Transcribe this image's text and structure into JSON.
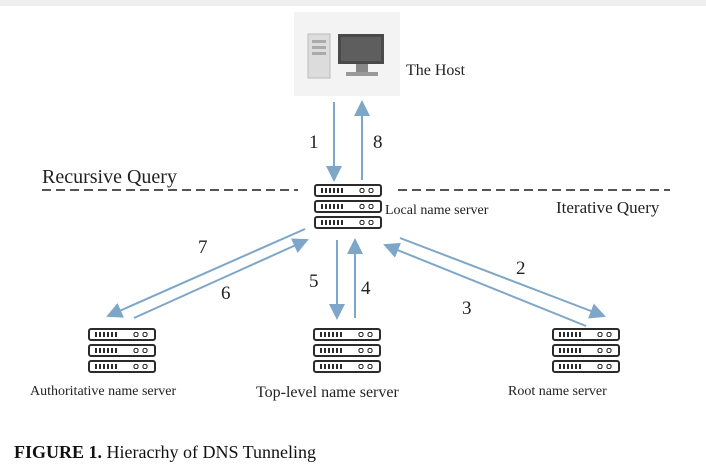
{
  "nodes": {
    "host": "The Host",
    "local": "Local name server",
    "authoritative": "Authoritative name server",
    "tld": "Top-level name server",
    "root": "Root name server"
  },
  "query_labels": {
    "recursive": "Recursive Query",
    "iterative": "Iterative Query"
  },
  "steps": [
    "1",
    "2",
    "3",
    "4",
    "5",
    "6",
    "7",
    "8"
  ],
  "caption": {
    "label": "FIGURE 1.",
    "text": "Hieracrhy of DNS Tunneling"
  },
  "colors": {
    "arrow": "#7ea6c9",
    "dash": "#555555"
  }
}
